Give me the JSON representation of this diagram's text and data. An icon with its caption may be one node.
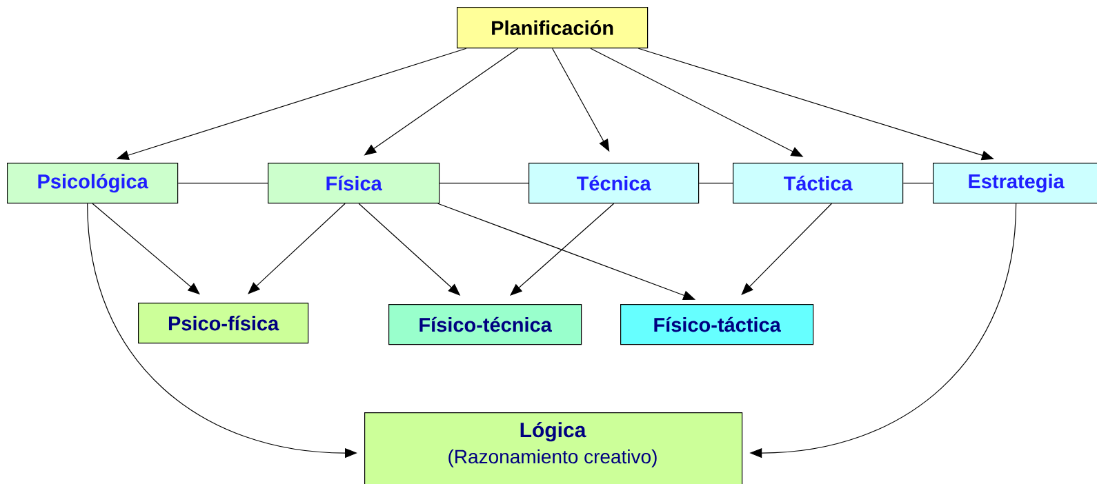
{
  "diagram": {
    "nodes": [
      {
        "text": [
          "Planificación"
        ]
      },
      {
        "text": [
          "Psicológica"
        ]
      },
      {
        "text": [
          "Física"
        ]
      },
      {
        "text": [
          "Técnica"
        ]
      },
      {
        "text": [
          "Táctica"
        ]
      },
      {
        "text": [
          "Estrategia"
        ]
      },
      {
        "text": [
          "Psico-física"
        ]
      },
      {
        "text": [
          "Físico-técnica"
        ]
      },
      {
        "text": [
          "Físico-táctica"
        ]
      },
      {
        "text": [
          "Lógica",
          "(Razonamiento creativo)"
        ]
      }
    ],
    "edges": [
      {
        "from": 0,
        "to": 1,
        "arrow": "to"
      },
      {
        "from": 0,
        "to": 2,
        "arrow": "to"
      },
      {
        "from": 0,
        "to": 3,
        "arrow": "to"
      },
      {
        "from": 0,
        "to": 4,
        "arrow": "to"
      },
      {
        "from": 0,
        "to": 5,
        "arrow": "to"
      },
      {
        "from": 1,
        "to": 2,
        "arrow": "none"
      },
      {
        "from": 2,
        "to": 3,
        "arrow": "none"
      },
      {
        "from": 3,
        "to": 4,
        "arrow": "none"
      },
      {
        "from": 4,
        "to": 5,
        "arrow": "none"
      },
      {
        "from": 1,
        "to": 6,
        "arrow": "to"
      },
      {
        "from": 2,
        "to": 6,
        "arrow": "to"
      },
      {
        "from": 2,
        "to": 7,
        "arrow": "to"
      },
      {
        "from": 3,
        "to": 7,
        "arrow": "to"
      },
      {
        "from": 2,
        "to": 8,
        "arrow": "to"
      },
      {
        "from": 4,
        "to": 8,
        "arrow": "to"
      },
      {
        "from": 1,
        "to": 9,
        "arrow": "to"
      },
      {
        "from": 5,
        "to": 9,
        "arrow": "to"
      }
    ]
  }
}
